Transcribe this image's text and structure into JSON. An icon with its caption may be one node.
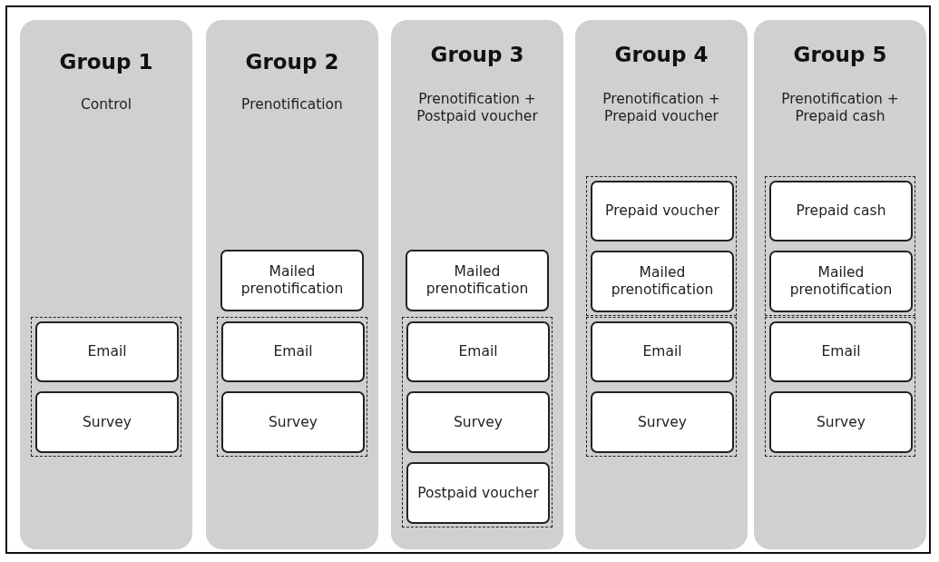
{
  "diagram": {
    "nodes": [
      {
        "text": [
          "Group 1",
          "Control"
        ]
      },
      {
        "text": [],
        "shape": "box",
        "in": 0
      },
      {
        "text": [
          "Email"
        ],
        "in": 1
      },
      {
        "text": [
          "Survey"
        ],
        "in": 1
      },
      {
        "text": [
          "Group 2",
          "Prenotification"
        ]
      },
      {
        "text": [
          "Mailed prenotification"
        ],
        "in": 4
      },
      {
        "text": [],
        "shape": "box",
        "in": 4
      },
      {
        "text": [
          "Email"
        ],
        "in": 6
      },
      {
        "text": [
          "Survey"
        ],
        "in": 6
      },
      {
        "text": [
          "Group 3",
          "Prenotification + Postpaid voucher"
        ]
      },
      {
        "text": [
          "Mailed prenotification"
        ],
        "in": 9
      },
      {
        "text": [],
        "shape": "box",
        "in": 9
      },
      {
        "text": [
          "Email"
        ],
        "in": 11
      },
      {
        "text": [
          "Survey"
        ],
        "in": 11
      },
      {
        "text": [
          "Postpaid voucher"
        ],
        "in": 11
      },
      {
        "text": [
          "Group 4",
          "Prenotification + Prepaid voucher"
        ]
      },
      {
        "text": [],
        "shape": "box",
        "in": 15
      },
      {
        "text": [
          "Prepaid voucher"
        ],
        "in": 16
      },
      {
        "text": [
          "Mailed prenotification"
        ],
        "in": 16
      },
      {
        "text": [],
        "shape": "box",
        "in": 15
      },
      {
        "text": [
          "Email"
        ],
        "in": 19
      },
      {
        "text": [
          "Survey"
        ],
        "in": 19
      },
      {
        "text": [
          "Group 5",
          "Prenotification + Prepaid cash"
        ]
      },
      {
        "text": [],
        "shape": "box",
        "in": 22
      },
      {
        "text": [
          "Prepaid cash"
        ],
        "in": 23
      },
      {
        "text": [
          "Mailed prenotification"
        ],
        "in": 23
      },
      {
        "text": [],
        "shape": "box",
        "in": 22
      },
      {
        "text": [
          "Email"
        ],
        "in": 26
      },
      {
        "text": [
          "Survey"
        ],
        "in": 26
      }
    ]
  }
}
